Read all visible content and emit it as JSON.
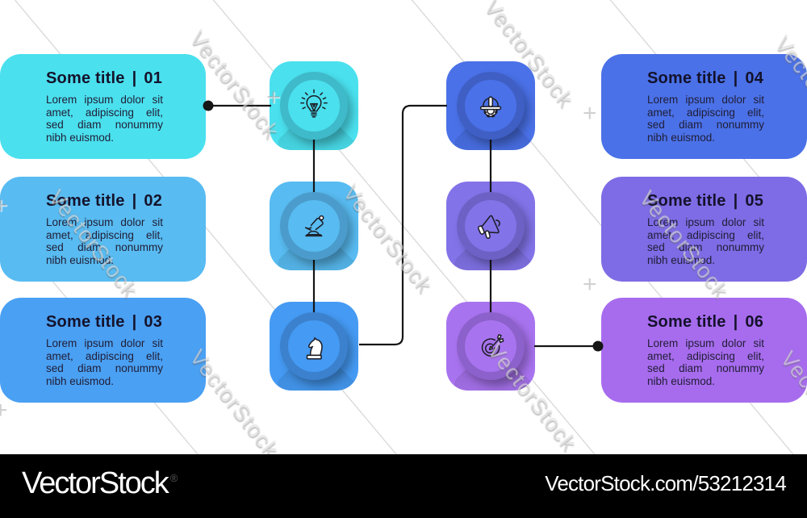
{
  "page": {
    "background": "#ffffff"
  },
  "watermark": {
    "text": "VectorStock",
    "sparkle": "+"
  },
  "footer": {
    "logo": "VectorStock",
    "registered": "®",
    "url": "VectorStock.com/53212314",
    "background": "#000000",
    "text_color": "#ffffff"
  },
  "connector_color": "#161616",
  "cards": [
    {
      "title": "Some title",
      "separator": "|",
      "number": "01",
      "body": "Lorem ipsum dolor sit amet, adipiscing elit, sed diam nonummy nibh euismod.",
      "color": "#4ae0ee",
      "side": "left"
    },
    {
      "title": "Some title",
      "separator": "|",
      "number": "02",
      "body": "Lorem ipsum dolor sit amet, adipiscing elit, sed diam nonummy nibh euismod.",
      "color": "#58bbf1",
      "side": "left"
    },
    {
      "title": "Some title",
      "separator": "|",
      "number": "03",
      "body": "Lorem ipsum dolor sit amet, adipiscing elit, sed diam nonummy nibh euismod.",
      "color": "#4aa0f3",
      "side": "left"
    },
    {
      "title": "Some title",
      "separator": "|",
      "number": "04",
      "body": "Lorem ipsum dolor sit amet, adipiscing elit, sed diam nonummy nibh euismod.",
      "color": "#4a71e8",
      "side": "right"
    },
    {
      "title": "Some title",
      "separator": "|",
      "number": "05",
      "body": "Lorem ipsum dolor sit amet, adipiscing elit, sed diam nonummy nibh euismod.",
      "color": "#7d6ce5",
      "side": "right"
    },
    {
      "title": "Some title",
      "separator": "|",
      "number": "06",
      "body": "Lorem ipsum dolor sit amet, adipiscing elit, sed diam nonummy nibh euismod.",
      "color": "#a76cee",
      "side": "right"
    }
  ],
  "steps": [
    {
      "icon": "lightbulb-icon",
      "color": "#4ae0ee"
    },
    {
      "icon": "microscope-icon",
      "color": "#58bbf1"
    },
    {
      "icon": "chess-knight-icon",
      "color": "#459af3"
    },
    {
      "icon": "hard-hat-icon",
      "color": "#4a71e8"
    },
    {
      "icon": "megaphone-icon",
      "color": "#8273e8"
    },
    {
      "icon": "target-icon",
      "color": "#a873ef"
    }
  ]
}
